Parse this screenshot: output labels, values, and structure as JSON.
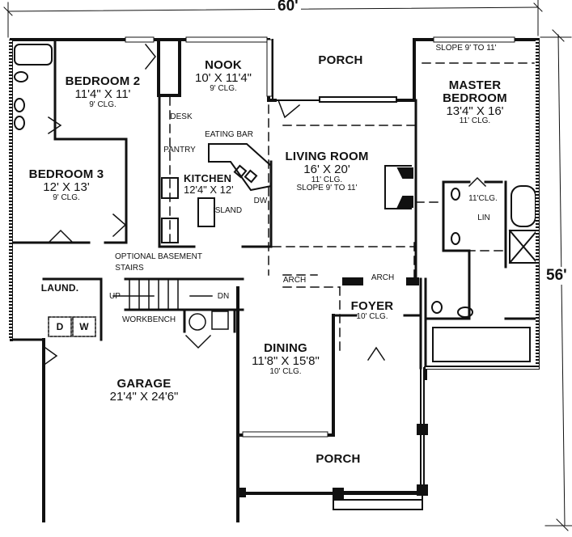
{
  "title": "Floor Plan",
  "overall_dimensions": {
    "width": "60'",
    "depth": "56'"
  },
  "rooms": {
    "bedroom2": {
      "name": "BEDROOM 2",
      "size": "11'4\" X 11'",
      "ceiling": "9' CLG."
    },
    "nook": {
      "name": "NOOK",
      "size": "10' X 11'4\"",
      "ceiling": "9' CLG."
    },
    "porch_rear": {
      "name": "PORCH"
    },
    "master": {
      "name_line1": "MASTER",
      "name_line2": "BEDROOM",
      "size": "13'4\" X 16'",
      "ceiling": "11' CLG.",
      "note": "SLOPE 9' TO 11'"
    },
    "bedroom3": {
      "name": "BEDROOM 3",
      "size": "12' X 13'",
      "ceiling": "9' CLG."
    },
    "kitchen": {
      "name": "KITCHEN",
      "size": "12'4\" X 12'"
    },
    "living": {
      "name": "LIVING ROOM",
      "size": "16' X 20'",
      "ceiling": "11' CLG.",
      "note": "SLOPE 9' TO 11'"
    },
    "foyer": {
      "name": "FOYER",
      "ceiling": "10' CLG."
    },
    "dining": {
      "name": "DINING",
      "size": "11'8\" X 15'8\"",
      "ceiling": "10' CLG."
    },
    "garage": {
      "name": "GARAGE",
      "size": "21'4\" X 24'6\""
    },
    "porch_front": {
      "name": "PORCH"
    },
    "laundry": {
      "name": "LAUND."
    },
    "master_bath": {
      "ceiling": "11'CLG."
    }
  },
  "annotations": {
    "desk": "DESK",
    "pantry": "PANTRY",
    "eating_bar": "EATING BAR",
    "island": "ISLAND",
    "dw": "DW",
    "lin": "LIN",
    "basement_stairs_1": "OPTIONAL BASEMENT",
    "basement_stairs_2": "STAIRS",
    "up": "UP",
    "dn": "DN",
    "workbench": "WORKBENCH",
    "arch1": "ARCH",
    "arch2": "ARCH",
    "dryer": "D",
    "washer": "W"
  },
  "colors": {
    "line": "#111111",
    "background": "#ffffff"
  }
}
